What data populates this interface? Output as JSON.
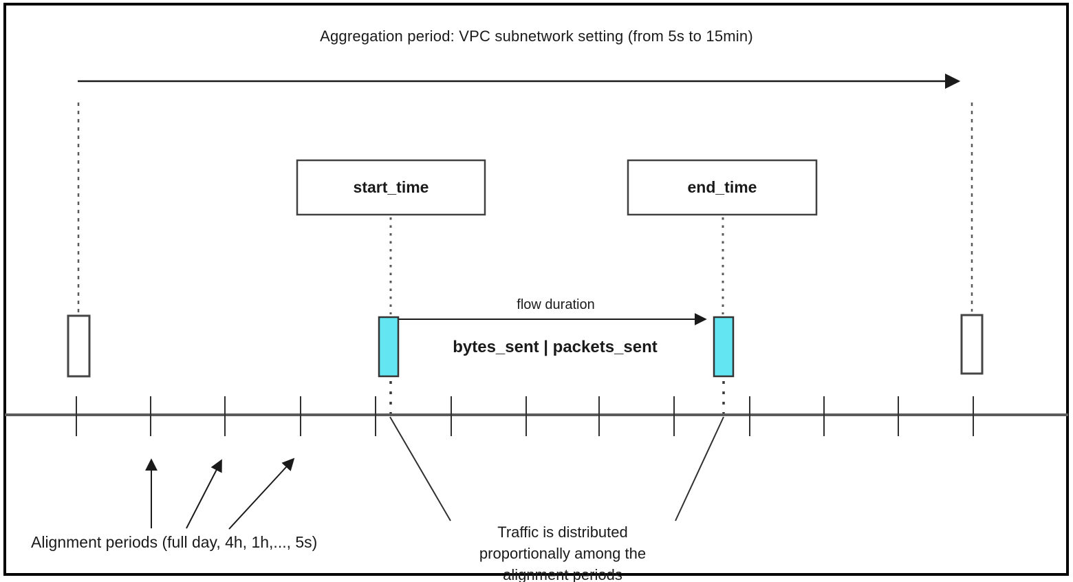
{
  "diagram": {
    "title": "Aggregation period: VPC subnetwork setting (from 5s to 15min)",
    "start_time_label": "start_time",
    "end_time_label": "end_time",
    "flow_duration_label": "flow duration",
    "metrics_label": "bytes_sent | packets_sent",
    "alignment_periods_label": "Alignment periods (full day, 4h, 1h,..., 5s)",
    "traffic_note": {
      "line1": "Traffic is distributed",
      "line2": "proportionally among the",
      "line3": "alignment periods"
    },
    "colors": {
      "flow_interval_fill": "#63E6F1",
      "timeline_gray": "#5B5B5B",
      "line_black": "#1A1A1A",
      "dashed_gray": "#595959"
    }
  }
}
